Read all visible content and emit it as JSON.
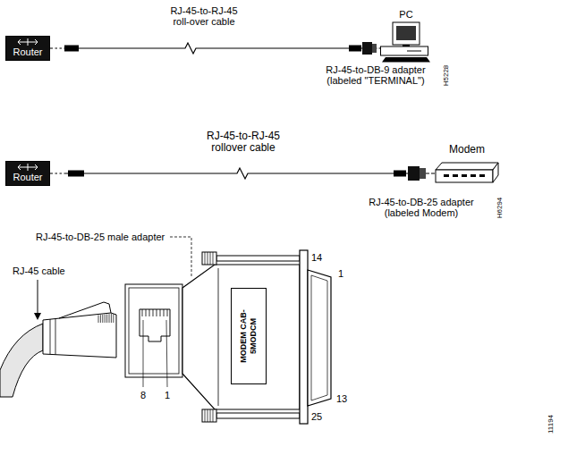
{
  "diagram": {
    "nodes": [
      {
        "text": [
          "Router"
        ]
      },
      {
        "text": [
          "PC"
        ]
      },
      {
        "text": [
          "Router"
        ]
      },
      {
        "text": [
          "Modem"
        ]
      },
      {
        "text": [
          "MODEM CAB-5MODCM"
        ]
      }
    ],
    "edges": [
      {
        "from": 0,
        "to": 1,
        "arrow": "none"
      },
      {
        "from": 2,
        "to": 3,
        "arrow": "none"
      }
    ],
    "labels": [
      "RJ-45-to-RJ-45 roll-over cable",
      "RJ-45-to-DB-9 adapter (labeled \"TERMINAL\")",
      "H5228",
      "RJ-45-to-RJ-45 rollover cable",
      "RJ-45-to-DB-25 adapter (labeled Modem)",
      "H6294",
      "RJ-45-to-DB-25 male adapter",
      "RJ-45 cable",
      "8",
      "1",
      "14",
      "1",
      "13",
      "25",
      "11194"
    ]
  }
}
